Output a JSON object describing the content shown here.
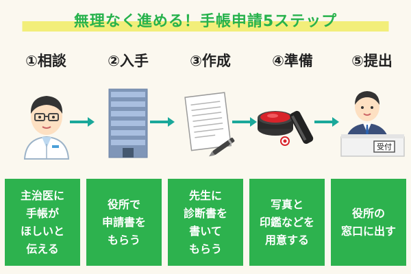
{
  "title": "無理なく進める！手帳申請5ステップ",
  "steps": [
    {
      "label": "①相談",
      "text": "主治医に\n手帳が\nほしいと\n伝える",
      "icon": "doctor-icon"
    },
    {
      "label": "②入手",
      "text": "役所で\n申請書を\nもらう",
      "icon": "office-building-icon"
    },
    {
      "label": "③作成",
      "text": "先生に\n診断書を\n書いて\nもらう",
      "icon": "document-pen-icon"
    },
    {
      "label": "④準備",
      "text": "写真と\n印鑑などを\n用意する",
      "icon": "seal-stamp-icon"
    },
    {
      "label": "⑤提出",
      "text": "役所の\n窓口に出す",
      "icon": "reception-clerk-icon"
    }
  ],
  "reception_sign": "受付",
  "colors": {
    "accent": "#2db24e",
    "arrow": "#1aa89a",
    "highlight": "#f2ee7a"
  }
}
